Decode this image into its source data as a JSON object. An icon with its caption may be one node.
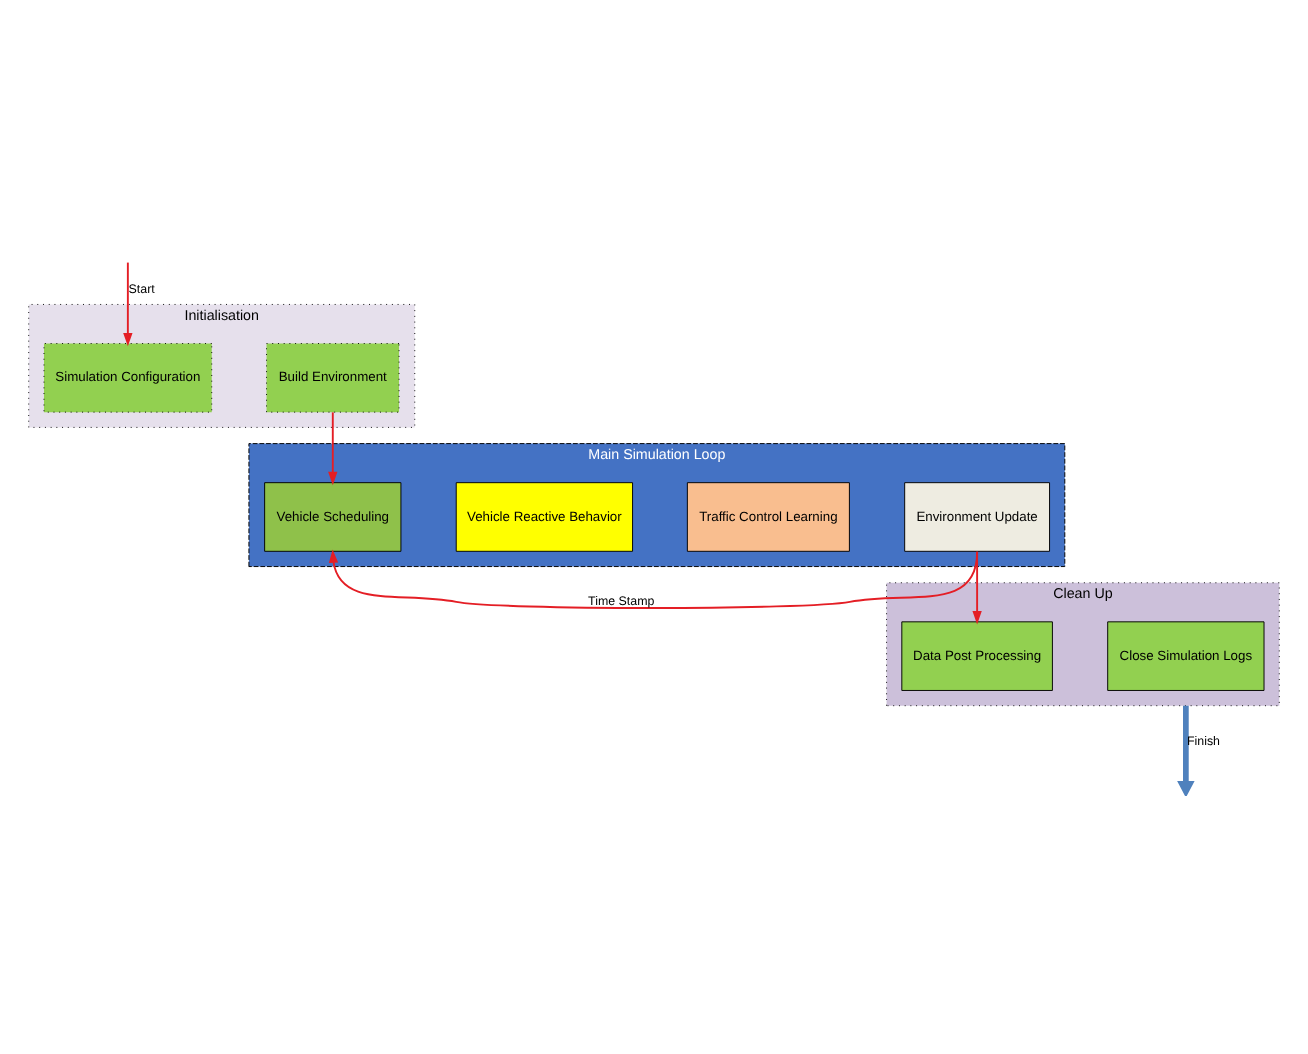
{
  "diagram": {
    "nodes": [
      {
        "text": [
          "Initialisation"
        ]
      },
      {
        "text": [
          "Simulation Configuration"
        ],
        "in": 0
      },
      {
        "text": [
          "Build Environment"
        ],
        "in": 0
      },
      {
        "text": [
          "Main Simulation Loop"
        ]
      },
      {
        "text": [
          "Vehicle Scheduling"
        ],
        "in": 3
      },
      {
        "text": [
          "Vehicle Reactive Behavior"
        ],
        "in": 3
      },
      {
        "text": [
          "Traffic Control Learning"
        ],
        "in": 3
      },
      {
        "text": [
          "Environment Update"
        ],
        "in": 3
      },
      {
        "text": [
          "Clean Up"
        ]
      },
      {
        "text": [
          "Data Post Processing"
        ],
        "in": 8
      },
      {
        "text": [
          "Close Simulation Logs"
        ],
        "in": 8
      }
    ],
    "edges": [
      {
        "from": null,
        "to": 1,
        "arrow": "to",
        "label": "Start"
      },
      {
        "from": 2,
        "to": 4,
        "arrow": "to"
      },
      {
        "from": 7,
        "to": 4,
        "arrow": "to",
        "label": "Time Stamp"
      },
      {
        "from": 7,
        "to": 9,
        "arrow": "to"
      },
      {
        "from": 8,
        "to": null,
        "arrow": "to",
        "label": "Finish",
        "style": "thick",
        "color": "#4f81bd"
      }
    ]
  }
}
